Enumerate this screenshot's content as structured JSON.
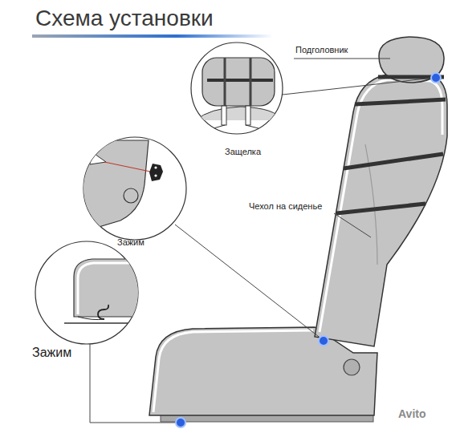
{
  "diagram": {
    "title": "Схема установки",
    "labels": [
      "Подголовник",
      "Защелка",
      "Чехол на сиденье",
      "Зажим",
      "Зажим",
      "Avito"
    ]
  }
}
